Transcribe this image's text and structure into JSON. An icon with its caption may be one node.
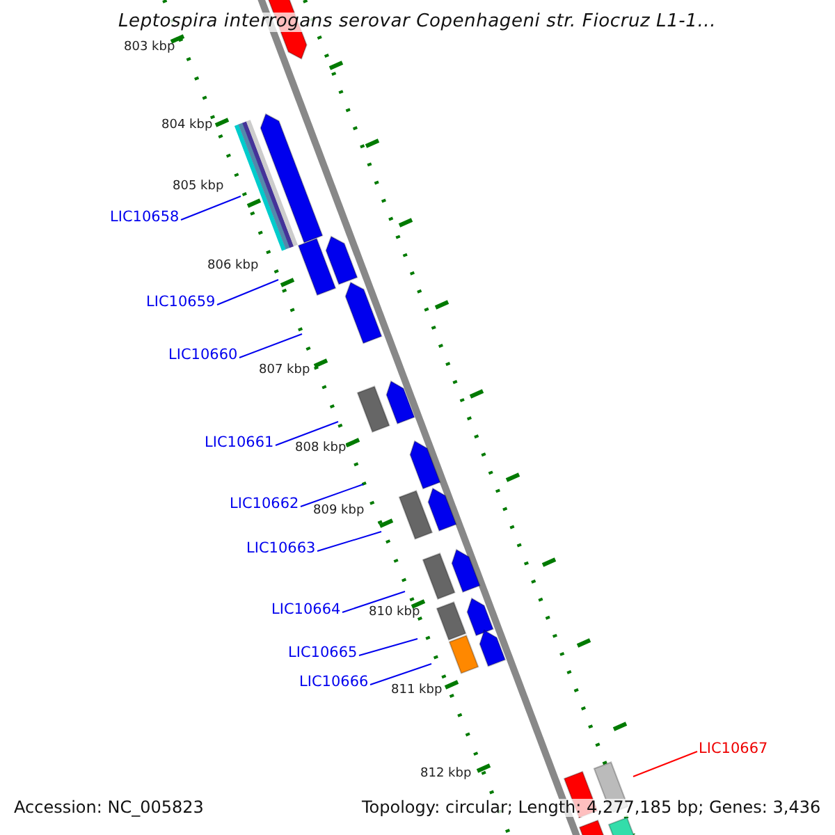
{
  "diagram": {
    "title": "Leptospira interrogans serovar Copenhageni str. Fiocruz L1-1...",
    "nodes": [
      {
        "text": [
          "LIC10658"
        ]
      },
      {
        "text": [
          "LIC10659"
        ]
      },
      {
        "text": [
          "LIC10660"
        ]
      },
      {
        "text": [
          "LIC10661"
        ]
      },
      {
        "text": [
          "LIC10662"
        ]
      },
      {
        "text": [
          "LIC10663"
        ]
      },
      {
        "text": [
          "LIC10664"
        ]
      },
      {
        "text": [
          "LIC10665"
        ]
      },
      {
        "text": [
          "LIC10666"
        ]
      },
      {
        "text": [
          "LIC10667"
        ]
      }
    ],
    "edges": [
      {
        "from": 0,
        "to": null,
        "arrow": "none"
      },
      {
        "from": 1,
        "to": null,
        "arrow": "none"
      },
      {
        "from": 2,
        "to": null,
        "arrow": "none"
      },
      {
        "from": 3,
        "to": null,
        "arrow": "none"
      },
      {
        "from": 4,
        "to": null,
        "arrow": "none"
      },
      {
        "from": 5,
        "to": null,
        "arrow": "none"
      },
      {
        "from": 6,
        "to": null,
        "arrow": "none"
      },
      {
        "from": 7,
        "to": null,
        "arrow": "none"
      },
      {
        "from": 8,
        "to": null,
        "arrow": "none"
      },
      {
        "from": 9,
        "to": null,
        "arrow": "none",
        "color": "#ff0000"
      }
    ],
    "labels": [
      "803 kbp",
      "804 kbp",
      "805 kbp",
      "806 kbp",
      "807 kbp",
      "808 kbp",
      "809 kbp",
      "810 kbp",
      "811 kbp",
      "812 kbp",
      "Accession: NC_005823",
      "Topology: circular; Length: 4,277,185 bp; Genes: 3,436"
    ]
  }
}
